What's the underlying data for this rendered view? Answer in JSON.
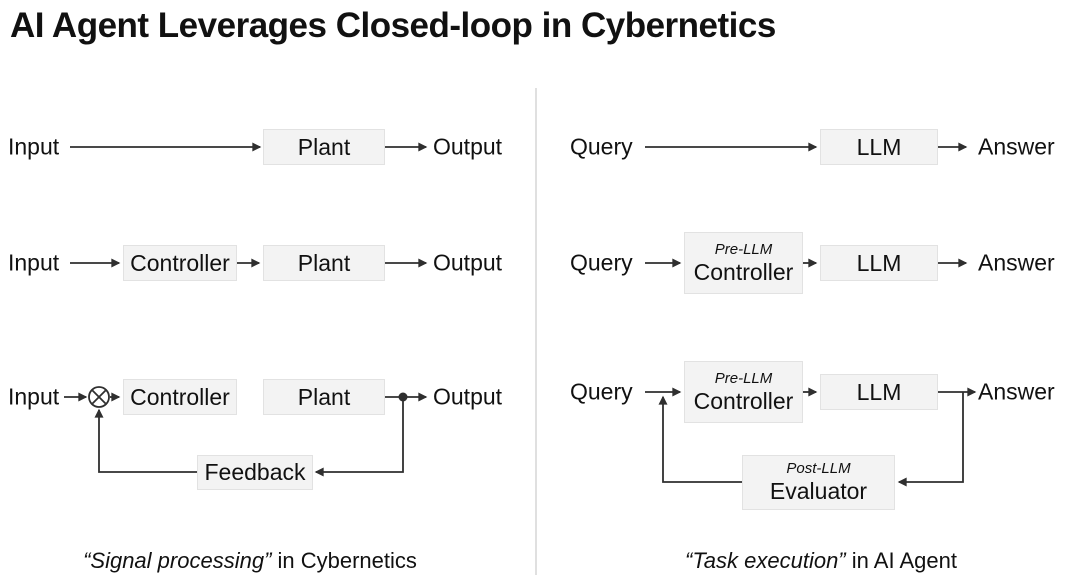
{
  "title": "AI Agent Leverages Closed-loop in Cybernetics",
  "colors": {
    "background": "#ffffff",
    "box_fill": "#f3f3f3",
    "box_border": "#e2e2e2",
    "line": "#2f2f2f",
    "divider": "#e0e0e0",
    "text": "#111111"
  },
  "icons": {
    "summing_junction": "circle-with-x"
  },
  "left": {
    "source_label": "Input",
    "sink_label": "Output",
    "plant_label": "Plant",
    "controller_label": "Controller",
    "feedback_label": "Feedback",
    "caption_quoted": "“Signal processing”",
    "caption_rest": " in Cybernetics"
  },
  "right": {
    "source_label": "Query",
    "sink_label": "Answer",
    "llm_label": "LLM",
    "controller_sub_label": "Pre-LLM",
    "controller_label": "Controller",
    "evaluator_sub_label": "Post-LLM",
    "evaluator_label": "Evaluator",
    "caption_quoted": "“Task execution”",
    "caption_rest": " in AI Agent"
  }
}
